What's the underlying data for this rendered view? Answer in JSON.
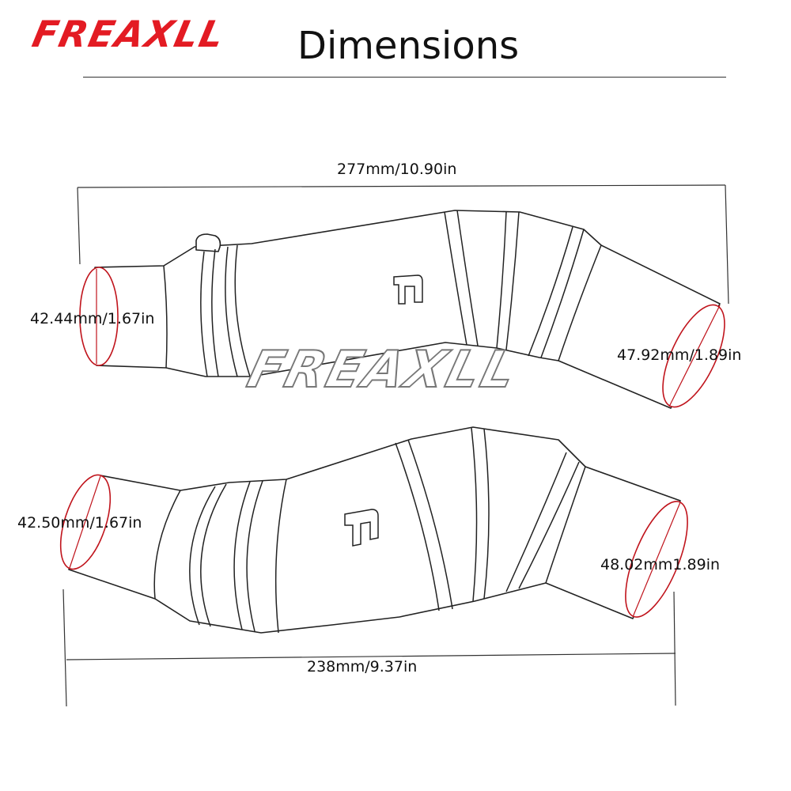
{
  "brand": {
    "logo_text": "FREAXLL",
    "watermark_text": "FREAXLL",
    "accent_color": "#e31b23"
  },
  "header": {
    "title": "Dimensions"
  },
  "pipes": [
    {
      "name": "upper-pipe",
      "total_length": "277mm/10.90in",
      "inlet_diameter": "42.44mm/1.67in",
      "outlet_diameter": "47.92mm/1.89in"
    },
    {
      "name": "lower-pipe",
      "total_length": "238mm/9.37in",
      "inlet_diameter": "42.50mm/1.67in",
      "outlet_diameter": "48.02mm1.89in"
    }
  ],
  "colors": {
    "outline": "#222222",
    "diameter_rim": "#c0141c",
    "background": "#ffffff"
  }
}
